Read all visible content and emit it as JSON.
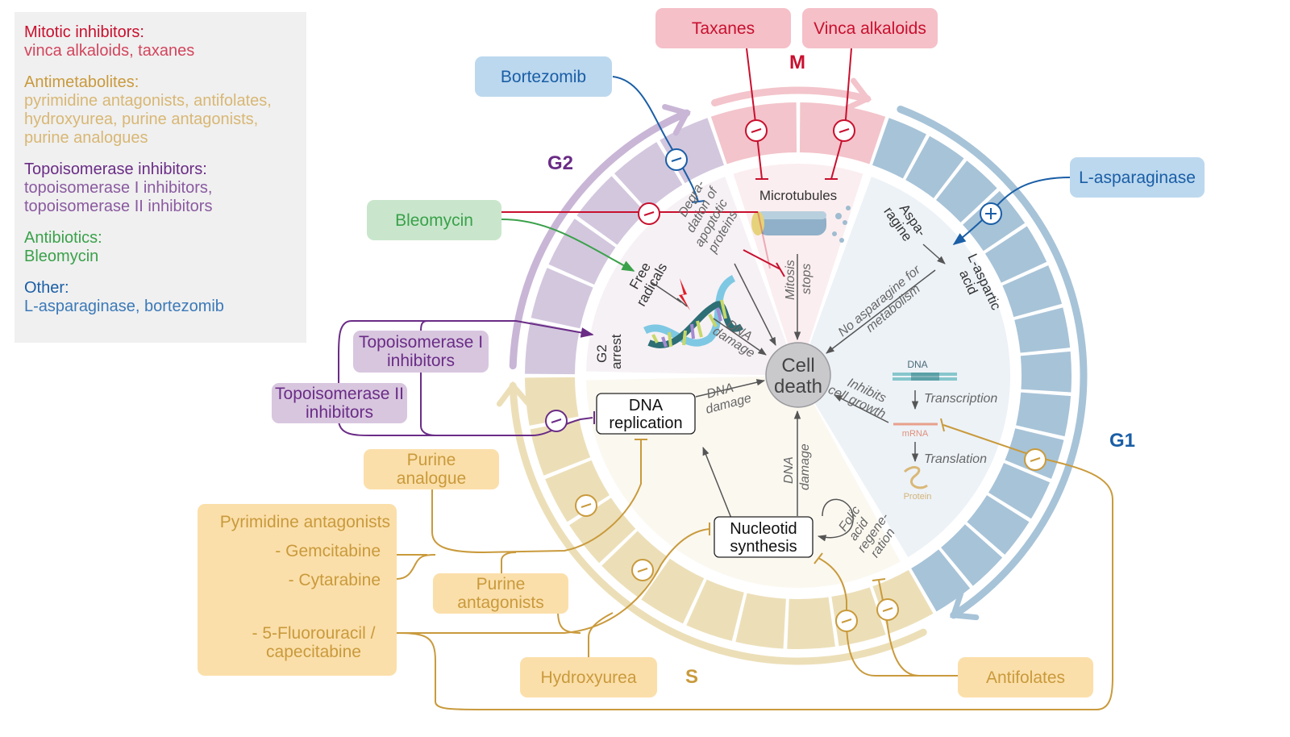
{
  "legend": {
    "groups": [
      {
        "title": "Mitotic inhibitors:",
        "body": "vinca alkaloids, taxanes",
        "color": "#c8102e",
        "body_color": "#d2455d"
      },
      {
        "title": "Antimetabolites:",
        "body": "pyrimidine  antagonists, antifolates, hydroxyurea, purine antagonists, purine analogues",
        "color": "#c99a3c",
        "body_color": "#d8b774"
      },
      {
        "title": "Topoisomerase inhibitors:",
        "body": "topoisomerase I inhibitors, topoisomerase II inhibitors",
        "color": "#6a2c86",
        "body_color": "#8a5aa0"
      },
      {
        "title": "Antibiotics:",
        "body": "Bleomycin",
        "color": "#3aa14a",
        "body_color": "#3aa14a"
      },
      {
        "title": "Other:",
        "body": "L-asparaginase, bortezomib",
        "color": "#1a5ea6",
        "body_color": "#3b79b8"
      }
    ]
  },
  "phases": {
    "M": "M",
    "G1": "G1",
    "S": "S",
    "G2": "G2"
  },
  "colors": {
    "M": "#f3c4cb",
    "G1": "#a7c3d8",
    "S": "#ecdfb8",
    "G2": "#d3c7de",
    "M_inner": "#fbeef0",
    "G1_inner": "#edf2f7",
    "S_inner": "#fbf8f0",
    "G2_inner": "#f6f1f5"
  },
  "drugs": {
    "taxanes": "Taxanes",
    "vinca": "Vinca alkaloids",
    "bortezomib": "Bortezomib",
    "asparaginase": "L-asparaginase",
    "bleomycin": "Bleomycin",
    "topo1": "Topoisomerase I inhibitors",
    "topo2": "Topoisomerase II inhibitors",
    "purine_analogue": "Purine analogue",
    "pyrimidine": {
      "title": "Pyrimidine antagonists",
      "items": [
        "- Gemcitabine",
        "- Cytarabine",
        "- 5-Fluorouracil / capecitabine"
      ]
    },
    "purine_antagonists": "Purine antagonists",
    "hydroxyurea": "Hydroxyurea",
    "antifolates": "Antifolates"
  },
  "center": {
    "cell_death": "Cell death"
  },
  "labels": {
    "microtubules": "Microtubules",
    "mitosis_stops": "Mitosis stops",
    "degradation": "Degra- dation of apoptotic proteins",
    "free_radicals": "Free radicals",
    "g2_arrest": "G2 arrest",
    "dna_damage": "DNA damage",
    "asparagine": "Aspa- ragine",
    "aspartic": "L-aspartic acid",
    "no_asparagine": "No asparagine for metabolism",
    "dna": "DNA",
    "transcription": "Transcription",
    "mrna": "mRNA",
    "translation": "Translation",
    "protein": "Protein",
    "inhibits_growth": "Inhibits cell growth",
    "dna_replication": "DNA replication",
    "nucleotid_synthesis": "Nucleotid synthesis",
    "folic_acid": "Folic acid regene- ration"
  }
}
